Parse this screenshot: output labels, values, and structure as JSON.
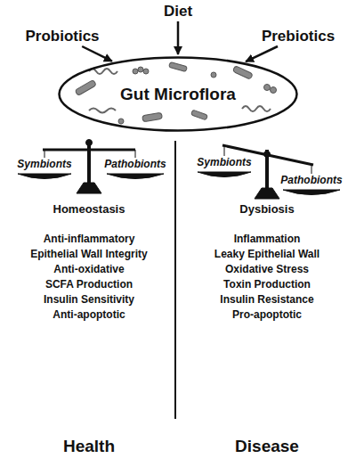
{
  "diagram": {
    "nodes": [
      {
        "text": [
          "Probiotics"
        ]
      },
      {
        "text": [
          "Diet"
        ]
      },
      {
        "text": [
          "Prebiotics"
        ]
      },
      {
        "text": [
          "Gut Microflora"
        ]
      }
    ],
    "edges": [
      {
        "from": 0,
        "to": 3,
        "arrow": "to"
      },
      {
        "from": 1,
        "to": 3,
        "arrow": "to"
      },
      {
        "from": 2,
        "to": 3,
        "arrow": "to"
      }
    ],
    "labels": [
      "Symbionts",
      "Pathobionts",
      "Homeostasis",
      "Anti-inflammatory",
      "Epithelial Wall Integrity",
      "Anti-oxidative",
      "SCFA Production",
      "Insulin Sensitivity",
      "Anti-apoptotic",
      "Health",
      "Symbionts",
      "Pathobionts",
      "Dysbiosis",
      "Inflammation",
      "Leaky Epithelial Wall",
      "Oxidative Stress",
      "Toxin Production",
      "Insulin Resistance",
      "Pro-apoptotic",
      "Disease"
    ]
  }
}
